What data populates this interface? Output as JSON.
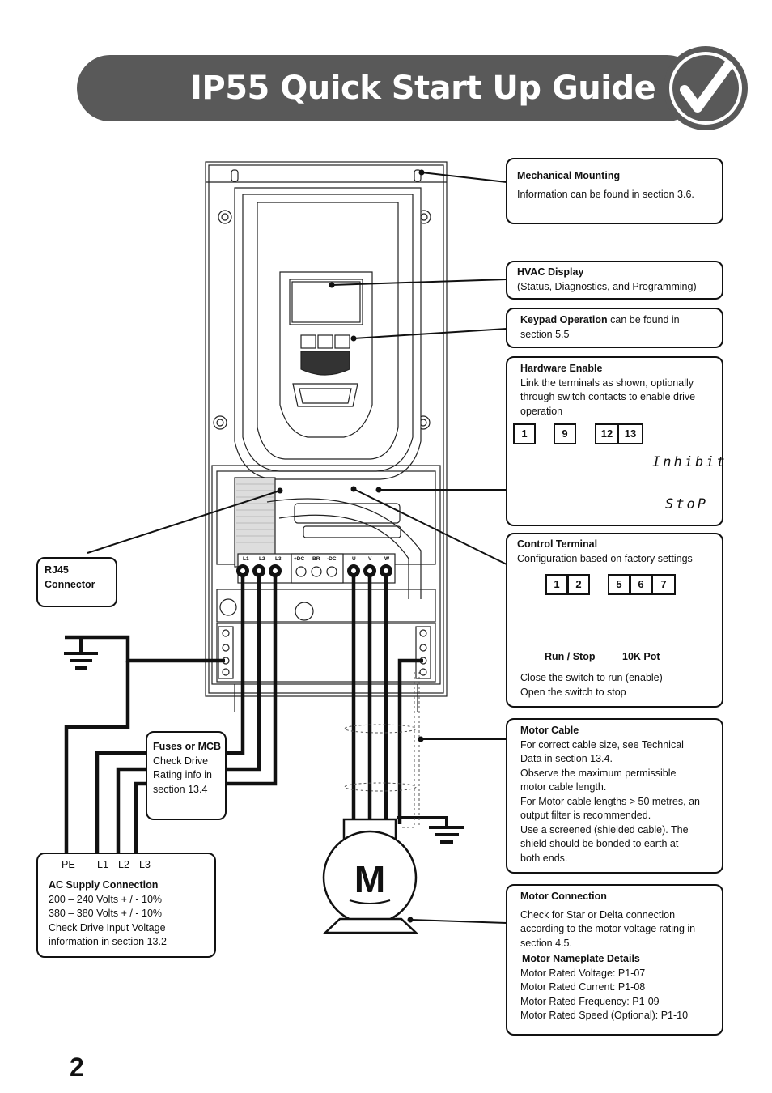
{
  "header": {
    "title": "IP55 Quick Start Up Guide",
    "badge_icon": "checkmark-icon"
  },
  "page_number": "2",
  "callouts": {
    "mechanical": {
      "title": "Mechanical Mounting",
      "text": "Information can be found in section 3.6."
    },
    "display": {
      "title": "HVAC Display",
      "text": "(Status, Diagnostics, and Programming)"
    },
    "keypad": {
      "title": "Keypad Operation",
      "text_inline": " can be found in",
      "text2": "section 5.5"
    },
    "hw_enable": {
      "title": "Hardware Enable",
      "lines": [
        "Link the terminals as shown, optionally",
        "through switch contacts to enable drive",
        "operation"
      ],
      "terminals": [
        "1",
        "9",
        "12",
        "13"
      ],
      "lcd_top": "Inhibit",
      "lcd_bottom": "StoP"
    },
    "control": {
      "title": "Control Terminal",
      "text": "Configuration based on factory settings",
      "terminals": [
        "1",
        "2",
        "5",
        "6",
        "7"
      ],
      "label_switch": "Run / Stop",
      "label_pot": "10K Pot",
      "lines": [
        "Close the switch to run (enable)",
        "Open the switch to stop"
      ]
    },
    "motor_cable": {
      "title": "Motor Cable",
      "lines": [
        "For correct cable size, see Technical",
        "Data in section 13.4.",
        "Observe the maximum permissible",
        "motor cable length.",
        "For Motor cable lengths > 50 metres, an",
        "output filter is recommended.",
        "Use a screened (shielded cable). The",
        "shield should be bonded to earth at",
        "both ends."
      ]
    },
    "motor_connection": {
      "title": "Motor Connection",
      "lines": [
        "Check for Star or Delta connection",
        "according to the motor voltage rating in",
        "section 4.5."
      ],
      "nameplate_title": "Motor Nameplate Details",
      "nameplate": [
        "Motor Rated Voltage: P1-07",
        "Motor Rated Current: P1-08",
        "Motor Rated Frequency: P1-09",
        "Motor Rated Speed (Optional): P1-10"
      ]
    },
    "rj45": {
      "lines": [
        "RJ45",
        "Connector"
      ]
    },
    "fuses": {
      "title": "Fuses or MCB",
      "lines": [
        "Check Drive",
        "Rating info in",
        "section 13.4"
      ]
    },
    "ac_supply": {
      "terminal_labels": [
        "PE",
        "L1",
        "L2",
        "L3"
      ],
      "title": "AC Supply Connection",
      "lines": [
        "200 – 240 Volts + / - 10%",
        "380 – 380 Volts + / - 10%",
        "Check Drive Input Voltage",
        "information in section 13.2"
      ]
    }
  },
  "drive": {
    "power_terminals": [
      "L1",
      "L2",
      "L3",
      "+DC",
      "BR",
      "-DC",
      "U",
      "V",
      "W"
    ],
    "motor_letter": "M"
  },
  "colors": {
    "banner": "#595959",
    "ink": "#111111"
  }
}
